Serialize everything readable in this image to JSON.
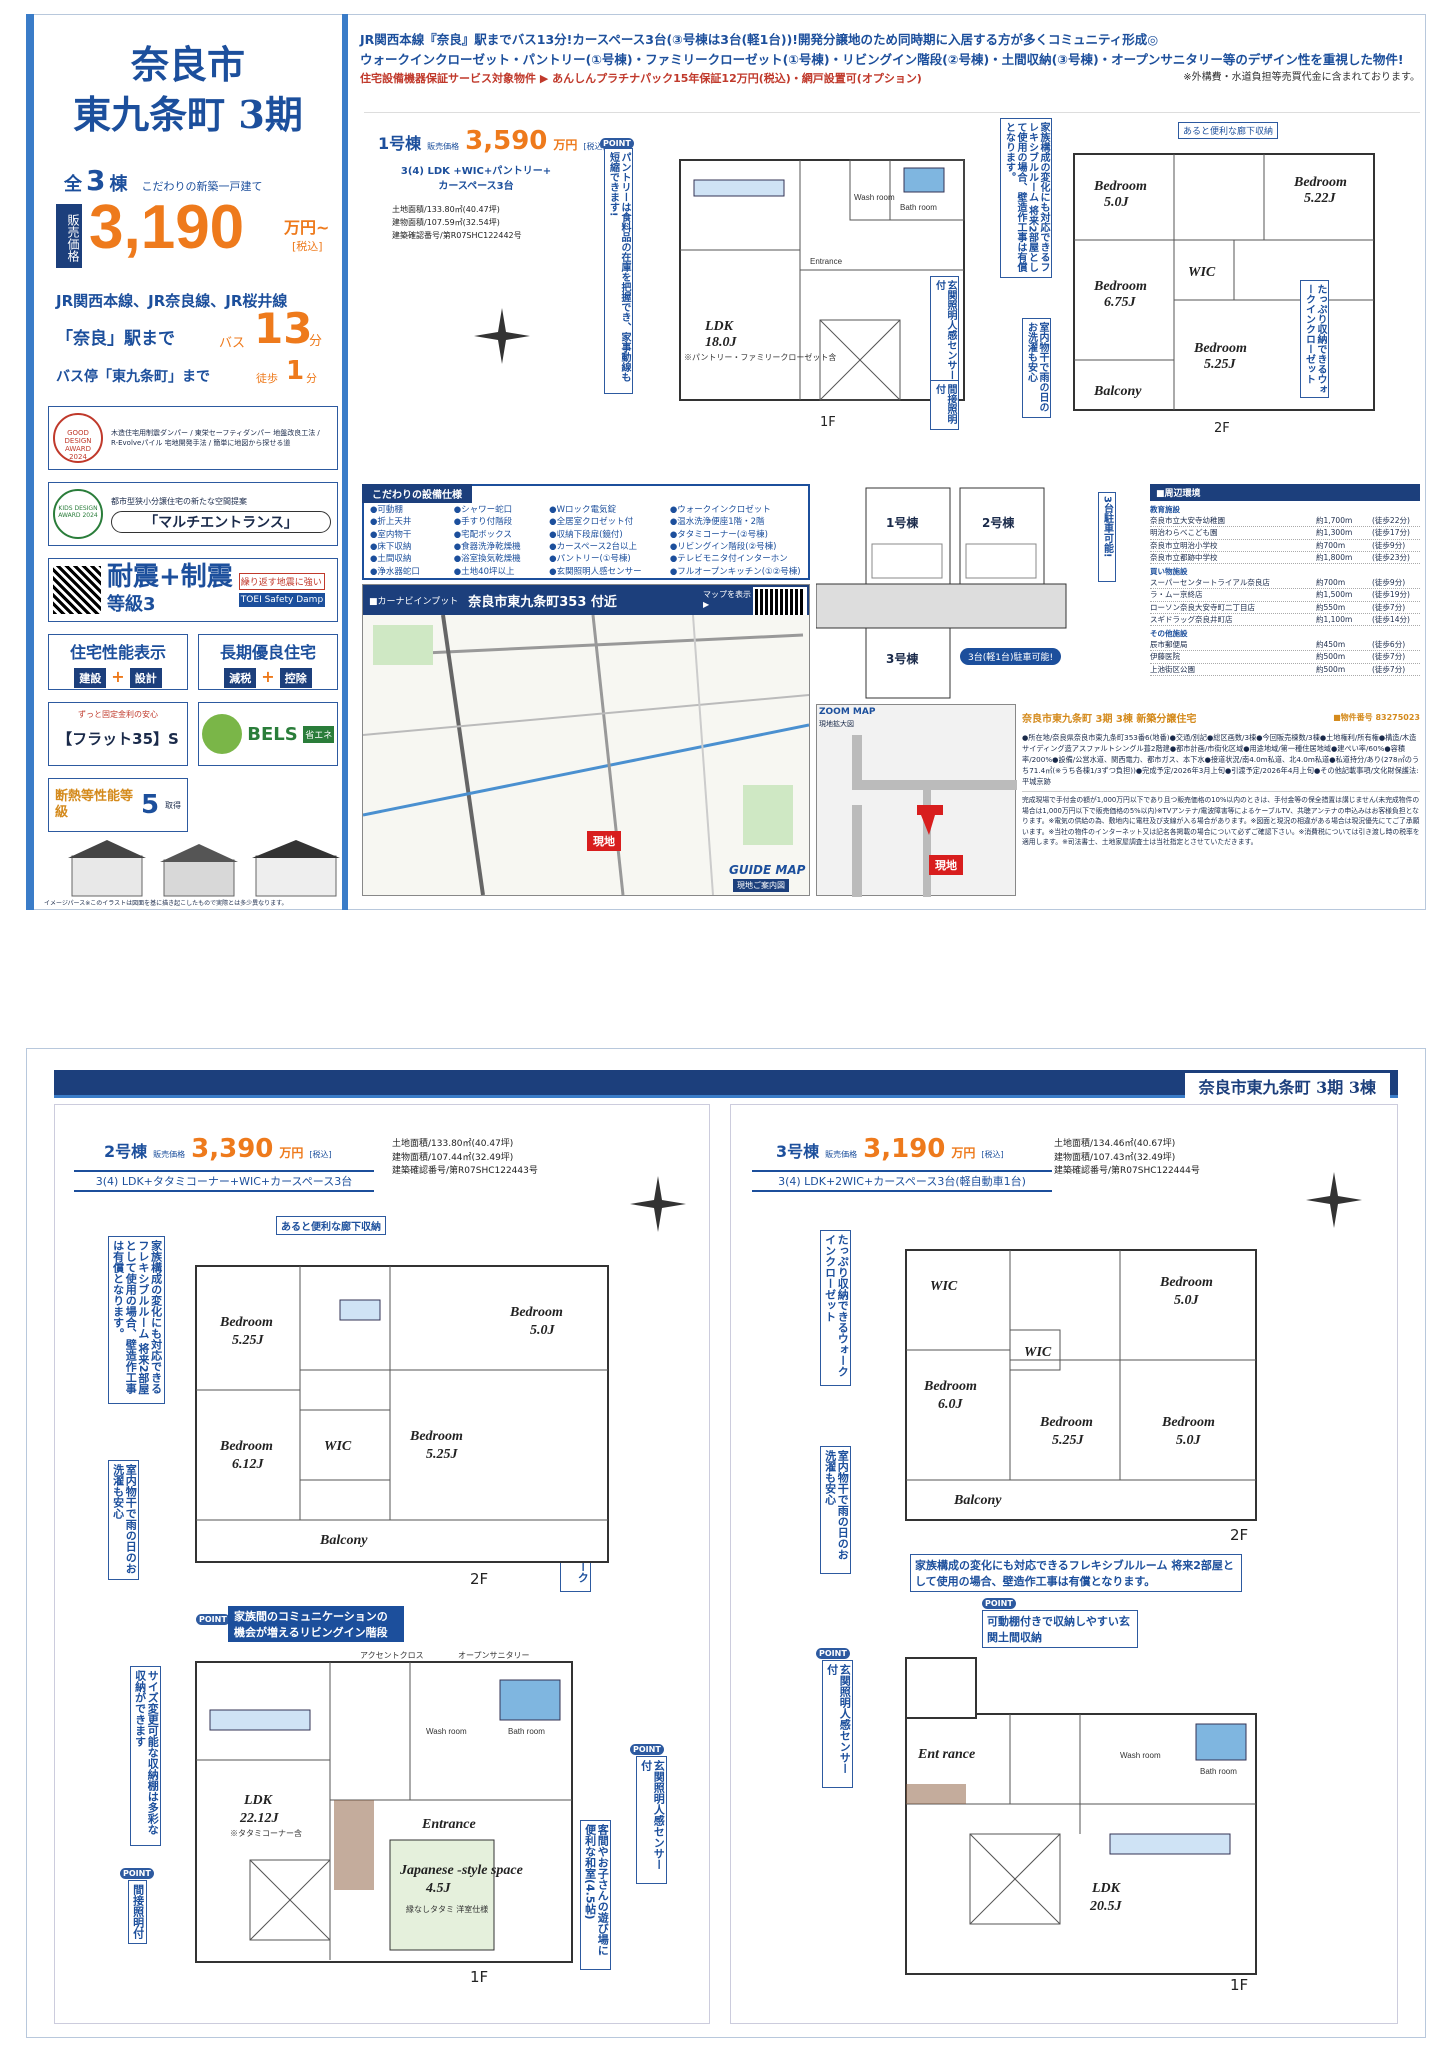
{
  "top": {
    "left": {
      "city": "奈良市",
      "area_phase": "東九条町 3期",
      "total_prefix": "全",
      "total_count": "3",
      "total_unit": "棟",
      "total_desc": "こだわりの新築一戸建て",
      "price_label": "販売価格",
      "price": "3,190",
      "price_unit": "万円~",
      "price_tax": "[税込]",
      "lines": "JR関西本線、JR奈良線、JR桜井線",
      "station": "「奈良」駅まで",
      "bus_label": "バス",
      "bus_min": "13",
      "min_unit": "分",
      "busstop": "バス停「東九条町」まで",
      "walk_label": "徒歩",
      "walk_min": "1",
      "award1_title": "GOOD DESIGN AWARD 2024",
      "award1_text": "木造住宅用制震ダンパー / 東栄セーフティダンパー 地盤改良工法 / R-Evolveパイル 宅地開発手法 / 簡単に地図から探せる道",
      "award2_title": "KIDS DESIGN AWARD 2024",
      "award2_text": "都市型狭小分譲住宅の新たな空間提案",
      "award2_name": "「マルチエントランス」",
      "seismic": "耐震+制震",
      "seismic_grade": "等級3",
      "seismic_note": "繰り返す地震に強い",
      "damp": "TOEI Safety Damp",
      "perf_title": "住宅性能表示",
      "perf_a": "建設",
      "perf_b": "設計",
      "long_title": "長期優良住宅",
      "long_a": "減税",
      "long_b": "控除",
      "flat_note": "ずっと固定金利の安心",
      "flat": "【フラット35】S",
      "bels": "BELS",
      "bels_sub": "省エネ",
      "insul": "断熱等性能等級",
      "insul_grade": "5",
      "insul_suffix": "取得",
      "image_note": "イメージパース※このイラストは図面を基に描き起こしたもので実際とは多少異なります。"
    },
    "headline1": "JR関西本線『奈良』駅までバス13分!カースペース3台(③号棟は3台(軽1台))!開発分譲地のため同時期に入居する方が多くコミュニティ形成◎",
    "headline2": "ウォークインクローゼット・パントリー(①号棟)・ファミリークローゼット(①号棟)・リビングイン階段(②号棟)・土間収納(③号棟)・オープンサニタリー等のデザイン性を重視した物件!",
    "headline3": "住宅設備機器保証サービス対象物件 ▶ あんしんプラチナパック15年保証12万円(税込)・網戸設置可(オプション)",
    "headline_note": "※外構費・水道負担等売買代金に含まれております。",
    "house1": {
      "name": "1号棟",
      "price_label": "販売価格",
      "price": "3,590",
      "unit": "万円",
      "tax": "[税込]",
      "plan": "3(4) LDK +WIC+パントリー+ カースペース3台",
      "land": "土地面積/133.80㎡(40.47坪)",
      "building": "建物面積/107.59㎡(32.54坪)",
      "cert": "建築確認番号/第R07SHC122442号",
      "callout_pantry": "パントリーは食料品の在庫を把握でき、家事動線も短縮できます!",
      "callout_flex": "家族構成の変化にも対応できるフレキシブルルーム 将来2部屋として使用の場合、壁造作工事は有償となります。",
      "callout_sensor": "玄関照明人感センサー付",
      "callout_light": "間接照明付",
      "callout_dry": "室内物干で雨の日のお洗濯も安心",
      "callout_wic": "たっぷり収納できるウォークインクローゼット",
      "callout_hall": "あると便利な廊下収納",
      "rooms": {
        "ldk": "LDK",
        "ldk_size": "18.0J",
        "ldk_note": "※パントリー・ファミリークローゼット含",
        "bed1": "Bedroom",
        "bed1_size": "5.0J",
        "bed2": "Bedroom",
        "bed2_size": "5.22J",
        "bed3": "Bedroom",
        "bed3_size": "6.75J",
        "bed4": "Bedroom",
        "bed4_size": "5.25J",
        "wic": "WIC",
        "balcony": "Balcony",
        "f1": "1F",
        "f2": "2F",
        "entrance": "Entrance",
        "bath": "Bath room",
        "wash": "Wash room"
      }
    },
    "features": {
      "title": "こだわりの設備仕様",
      "col1": [
        "●可動棚",
        "●折上天井",
        "●室内物干",
        "●床下収納",
        "●土間収納",
        "●浄水器蛇口"
      ],
      "col2": [
        "●シャワー蛇口",
        "●手すり付階段",
        "●宅配ボックス",
        "●食器洗浄乾燥機",
        "●浴室換気乾燥機",
        "●土地40坪以上"
      ],
      "col3": [
        "●Wロック電気錠",
        "●全居室クロゼット付",
        "●収納下段扉(鏡付)",
        "●カースペース2台以上",
        "●パントリー(①号棟)",
        "●玄関照明人感センサー"
      ],
      "col4": [
        "●ウォークインクロゼット",
        "●温水洗浄便座1階・2階",
        "●タタミコーナー(②号棟)",
        "●リビングイン階段(②号棟)",
        "●テレビモニタ付インターホン",
        "●フルオープンキッチン(①②号棟)"
      ]
    },
    "map": {
      "carnavi": "■カーナビインプット",
      "address": "奈良市東九条町353 付近",
      "qr_label": "マップを表示 ▶",
      "site": "現地",
      "guide": "GUIDE MAP",
      "guide_sub": "現地ご案内図",
      "zoom": "ZOOM MAP",
      "zoom_sub": "現地拡大図"
    },
    "siteplan": {
      "h1": "1号棟",
      "h2": "2号棟",
      "h3": "3号棟",
      "parking": "3台駐車可能!",
      "parking3": "3台(軽1台)駐車可能!"
    },
    "nearby": {
      "title": "■周辺環境",
      "edu": "教育施設",
      "shop": "買い物施設",
      "other": "その他施設",
      "items": [
        [
          "奈良市立大安寺幼稚園",
          "約1,700m",
          "(徒歩22分)"
        ],
        [
          "明治わらべこども園",
          "約1,300m",
          "(徒歩17分)"
        ],
        [
          "奈良市立明治小学校",
          "約700m",
          "(徒歩9分)"
        ],
        [
          "奈良市立都跡中学校",
          "約1,800m",
          "(徒歩23分)"
        ],
        [
          "スーパーセンタートライアル奈良店",
          "約700m",
          "(徒歩9分)"
        ],
        [
          "ラ・ムー京終店",
          "約1,500m",
          "(徒歩19分)"
        ],
        [
          "ローソン奈良大安寺町二丁目店",
          "約550m",
          "(徒歩7分)"
        ],
        [
          "スギドラッグ奈良井町店",
          "約1,100m",
          "(徒歩14分)"
        ],
        [
          "辰市郵便局",
          "約450m",
          "(徒歩6分)"
        ],
        [
          "伊藤医院",
          "約500m",
          "(徒歩7分)"
        ],
        [
          "上池街区公園",
          "約500m",
          "(徒歩7分)"
        ]
      ]
    },
    "summary": {
      "title": "奈良市東九条町 3期 3棟 新築分譲住宅",
      "number": "■物件番号 83275023",
      "body": "●所在地/奈良県奈良市東九条町353番6(地番)●交通/別記●総区画数/3棟●今回販売棟数/3棟●土地権利/所有権●構造/木造サイディング造アスファルトシングル葺2階建●都市計画/市街化区域●用途地域/第一種住居地域●建ぺい率/60%●容積率/200%●設備/公営水道、関西電力、都市ガス、本下水●接道状況/南4.0m私道、北4.0m私道●私道持分/あり(278㎡のうち71.4㎡(※うち各棟1/3ずつ負担))●完成予定/2026年3月上旬●引渡予定/2026年4月上旬●その他記載事項/文化財保護法:平城京跡",
      "fine": "完成現場で手付金の額が1,000万円以下であり且つ販売価格の10%以内のときは、手付金等の保全措置は講じません(未完成物件の場合は1,000万円以下で販売価格の5%以内)※TVアンテナ/電波障害等によるケーブルTV、共聴アンテナの申込みはお客様負担となります。※電気の供給の為、敷地内に電柱及び支線が入る場合があります。※図面と現況の相違がある場合は現況優先にてご了承願います。※当社の物件のインターネット又は記名各掲載の場合について必ずご確認下さい。※消費税については引き渡し時の税率を適用します。※司法書士、土地家屋調査士は当社指定とさせていただきます。"
    }
  },
  "bottom": {
    "banner": "奈良市東九条町 3期 3棟",
    "house2": {
      "name": "2号棟",
      "price_label": "販売価格",
      "price": "3,390",
      "unit": "万円",
      "tax": "[税込]",
      "plan": "3(4) LDK+タタミコーナー+WIC+カースペース3台",
      "land": "土地面積/133.80㎡(40.47坪)",
      "building": "建物面積/107.44㎡(32.49坪)",
      "cert": "建築確認番号/第R07SHC122443号",
      "callout_hall": "あると便利な廊下収納",
      "callout_flex": "家族構成の変化にも対応できるフレキシブルルーム 将来2部屋として使用の場合、壁造作工事は有償となります。",
      "callout_wic": "たっぷり収納できるウォークインクローゼット",
      "callout_dry": "室内物干で雨の日のお洗濯も安心",
      "callout_stairs": "家族間のコミュニケーションの機会が増えるリビングイン階段",
      "callout_storage": "サイズ変更可能な収納棚は多彩な収納ができます",
      "callout_sensor": "玄関照明人感センサー付",
      "callout_washitsu": "客間やお子さんの遊び場に便利な和室(4.5帖)",
      "callout_light": "間接照明付",
      "rooms": {
        "bed1": "Bedroom",
        "bed1_size": "5.25J",
        "bed2": "Bedroom",
        "bed2_size": "5.0J",
        "bed3": "Bedroom",
        "bed3_size": "6.12J",
        "bed4": "Bedroom",
        "bed4_size": "5.25J",
        "wic": "WIC",
        "balcony": "Balcony",
        "ldk": "LDK",
        "ldk_size": "22.12J",
        "ldk_note": "※タタミコーナー含",
        "japanese": "Japanese -style space",
        "japanese_size": "4.5J",
        "japanese_note": "縁なしタタミ 洋室仕様",
        "entrance": "Entrance",
        "bath": "Bath room",
        "wash": "Wash room",
        "sanitary": "オープンサニタリー",
        "accent": "アクセントクロス",
        "f1": "1F",
        "f2": "2F"
      }
    },
    "house3": {
      "name": "3号棟",
      "price_label": "販売価格",
      "price": "3,190",
      "unit": "万円",
      "tax": "[税込]",
      "plan": "3(4) LDK+2WIC+カースペース3台(軽自動車1台)",
      "land": "土地面積/134.46㎡(40.67坪)",
      "building": "建物面積/107.43㎡(32.49坪)",
      "cert": "建築確認番号/第R07SHC122444号",
      "callout_wic": "たっぷり収納できるウォークインクローゼット",
      "callout_dry": "室内物干で雨の日のお洗濯も安心",
      "callout_flex": "家族構成の変化にも対応できるフレキシブルルーム 将来2部屋として使用の場合、壁造作工事は有償となります。",
      "callout_doma": "可動棚付きで収納しやすい玄関土間収納",
      "callout_sensor": "玄関照明人感センサー付",
      "rooms": {
        "wic1": "WIC",
        "wic2": "WIC",
        "bed1": "Bedroom",
        "bed1_size": "5.0J",
        "bed2": "Bedroom",
        "bed2_size": "6.0J",
        "bed3": "Bedroom",
        "bed3_size": "5.25J",
        "bed4": "Bedroom",
        "bed4_size": "5.0J",
        "balcony": "Balcony",
        "ldk": "LDK",
        "ldk_size": "20.5J",
        "entrance": "Ent rance",
        "bath": "Bath room",
        "wash": "Wash room",
        "f1": "1F",
        "f2": "2F"
      }
    }
  }
}
